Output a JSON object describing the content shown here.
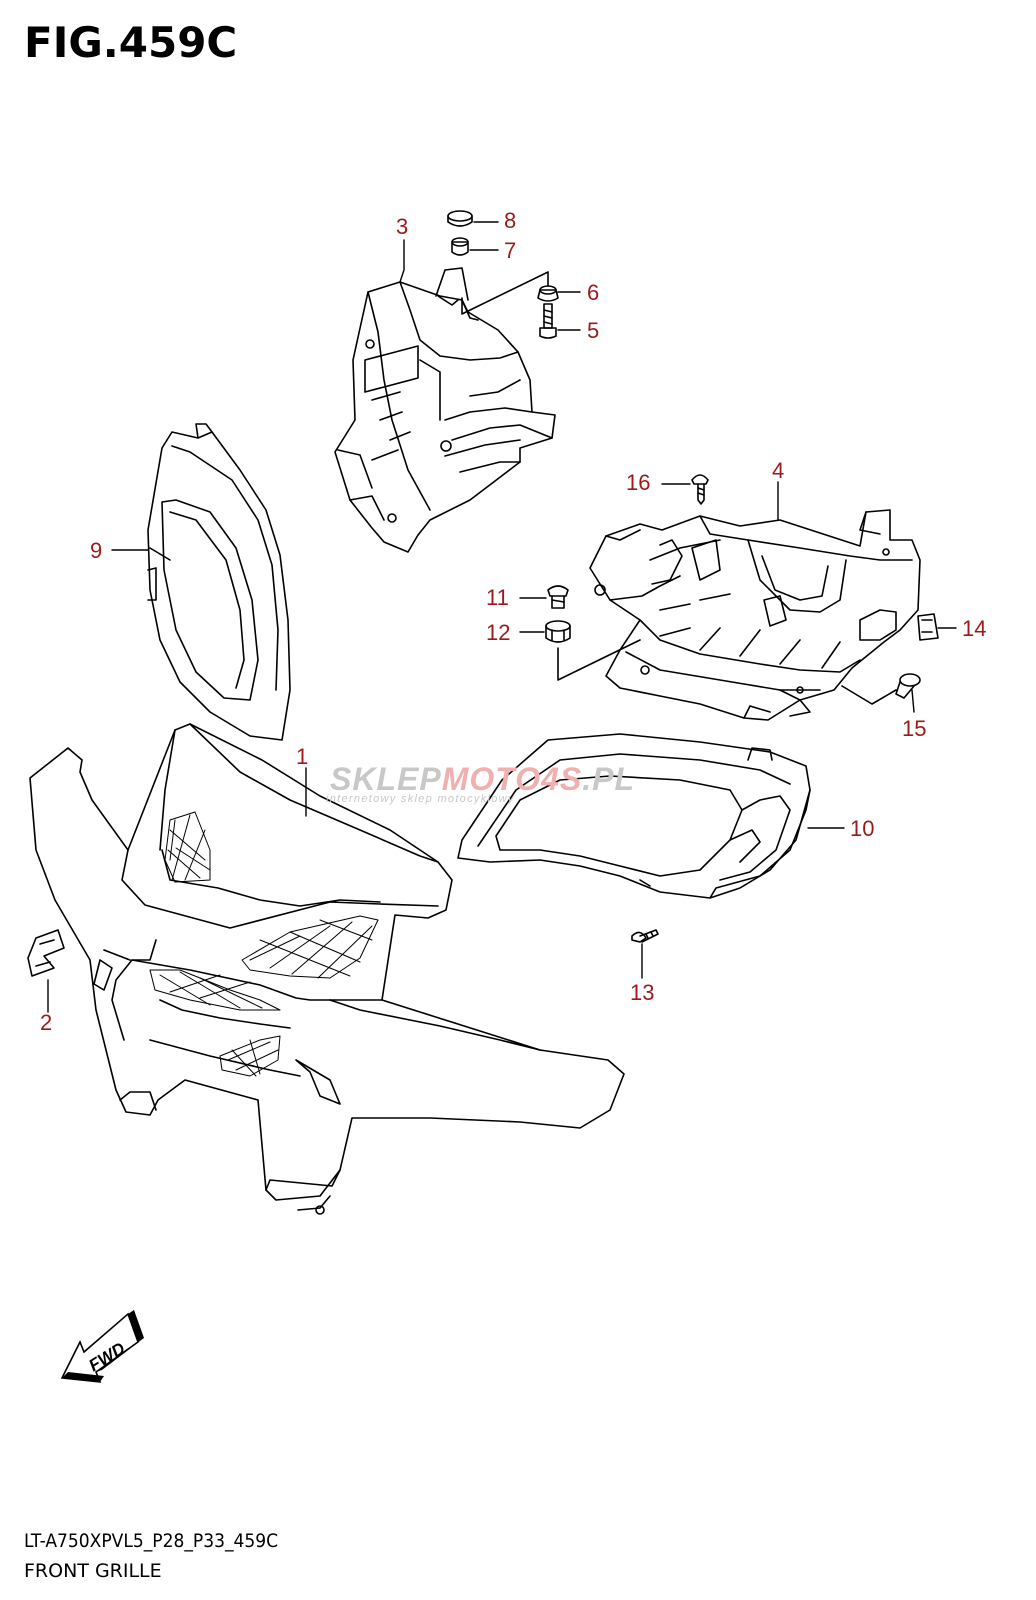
{
  "figure": {
    "title": "FIG.459C",
    "model_code": "LT-A750XPVL5_P28_P33_459C",
    "subtitle": "FRONT GRILLE"
  },
  "callout_color": "#9b1b1b",
  "line_color": "#000000",
  "callouts": [
    {
      "id": "1",
      "label": "1"
    },
    {
      "id": "2",
      "label": "2"
    },
    {
      "id": "3",
      "label": "3"
    },
    {
      "id": "4",
      "label": "4"
    },
    {
      "id": "5",
      "label": "5"
    },
    {
      "id": "6",
      "label": "6"
    },
    {
      "id": "7",
      "label": "7"
    },
    {
      "id": "8",
      "label": "8"
    },
    {
      "id": "9",
      "label": "9"
    },
    {
      "id": "10",
      "label": "10"
    },
    {
      "id": "11",
      "label": "11"
    },
    {
      "id": "12",
      "label": "12"
    },
    {
      "id": "13",
      "label": "13"
    },
    {
      "id": "14",
      "label": "14"
    },
    {
      "id": "15",
      "label": "15"
    },
    {
      "id": "16",
      "label": "16"
    }
  ],
  "fwd_label": "FWD",
  "watermark": {
    "brand_a": "SKLEP",
    "brand_b": "MOTO",
    "brand_c": "4S",
    "brand_d": ".PL",
    "tagline": "internetowy sklep motocyklowy",
    "color_grey": "#c8c8c8",
    "color_red": "#f1b0b0"
  }
}
